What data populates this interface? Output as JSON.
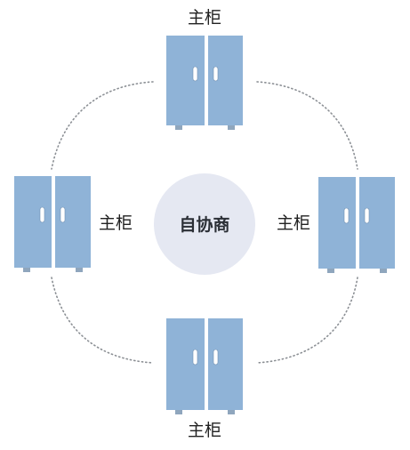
{
  "center": {
    "label": "自协商"
  },
  "cabinets": {
    "top": {
      "label": "主柜",
      "icon": "cabinet-icon"
    },
    "left": {
      "label": "主柜",
      "icon": "cabinet-icon"
    },
    "right": {
      "label": "主柜",
      "icon": "cabinet-icon"
    },
    "bottom": {
      "label": "主柜",
      "icon": "cabinet-icon"
    }
  },
  "colors": {
    "door": "#8fb3d7",
    "center_circle": "#e5e8f2",
    "dotted_line": "#8b8f94",
    "text": "#222222"
  }
}
